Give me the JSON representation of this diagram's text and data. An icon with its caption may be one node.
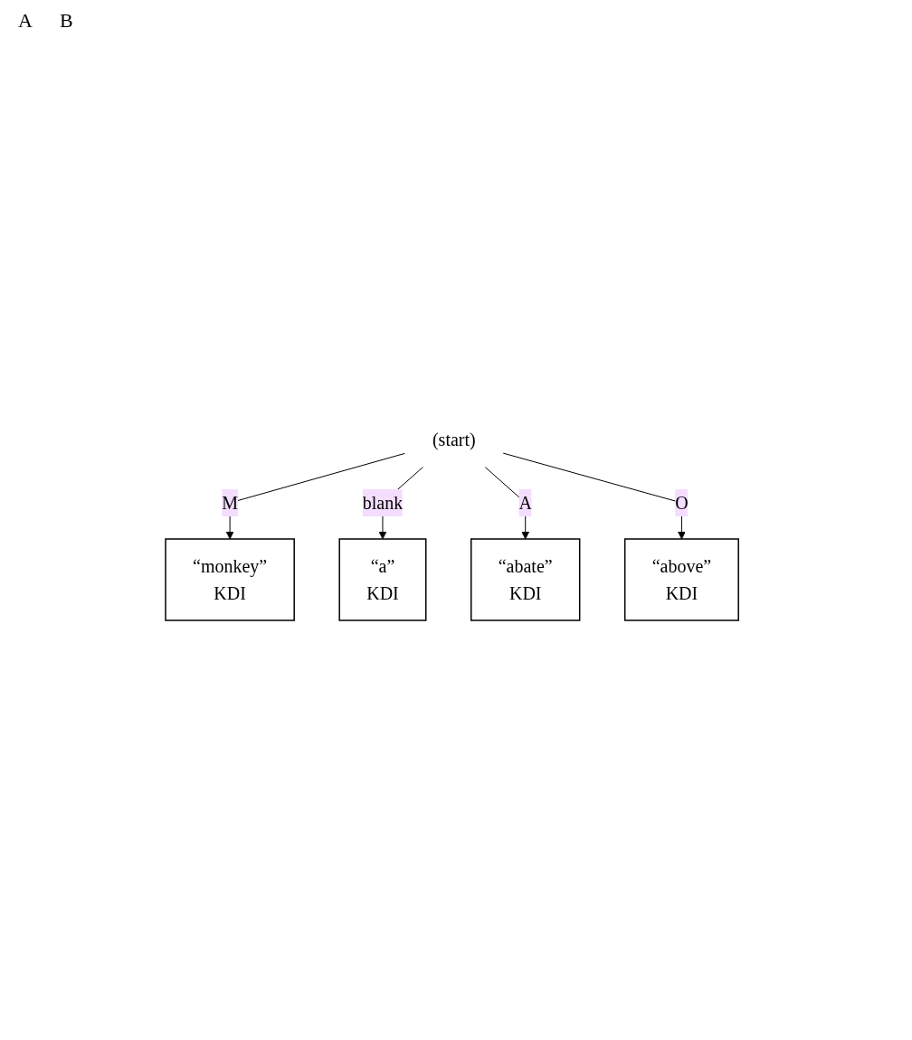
{
  "diagram": {
    "nodes": [
      {
        "text": [
          "(start)"
        ]
      },
      {
        "text": [
          "“monkey”",
          "KDI"
        ]
      },
      {
        "text": [
          "“a”",
          "KDI"
        ]
      },
      {
        "text": [
          "“abate”",
          "KDI"
        ]
      },
      {
        "text": [
          "“above”",
          "KDI"
        ]
      }
    ],
    "edges": [
      {
        "from": 0,
        "to": 1,
        "arrow": "to",
        "label": "M"
      },
      {
        "from": 0,
        "to": 2,
        "arrow": "to",
        "label": "blank"
      },
      {
        "from": 0,
        "to": 3,
        "arrow": "to",
        "label": "A"
      },
      {
        "from": 0,
        "to": 4,
        "arrow": "to",
        "label": "O"
      }
    ],
    "labels": [
      "A",
      "B"
    ]
  }
}
